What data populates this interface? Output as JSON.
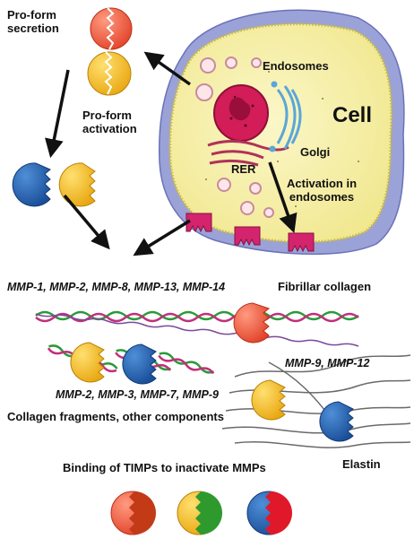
{
  "labels": {
    "proform_secretion": [
      "Pro-form",
      "secretion"
    ],
    "proform_activation": [
      "Pro-form",
      "activation"
    ],
    "endosomes": "Endosomes",
    "cell": "Cell",
    "golgi": "Golgi",
    "rer": "RER",
    "activation_endosomes": [
      "Activation in",
      "endosomes"
    ],
    "mmp_group1": "MMP-1, MMP-2, MMP-8, MMP-13, MMP-14",
    "fibrillar_collagen": "Fibrillar collagen",
    "mmp_group2": "MMP-2, MMP-3, MMP-7, MMP-9",
    "mmp_group3": "MMP-9, MMP-12",
    "collagen_fragments": "Collagen fragments, other components",
    "elastin": "Elastin",
    "timp_binding": "Binding of TIMPs to inactivate MMPs"
  },
  "colors": {
    "mmp_red": "#f0644a",
    "mmp_yellow": "#f7bf2a",
    "mmp_blue": "#1f5fae",
    "timp_brown": "#c23a16",
    "timp_green": "#2e9a2e",
    "timp_red": "#e0192a",
    "cell_fill": "#f7f2b2",
    "cell_border": "#d4c23a",
    "cell_outer": "#8890cc",
    "nucleus": "#d41e5a",
    "receptor": "#d4246e"
  }
}
